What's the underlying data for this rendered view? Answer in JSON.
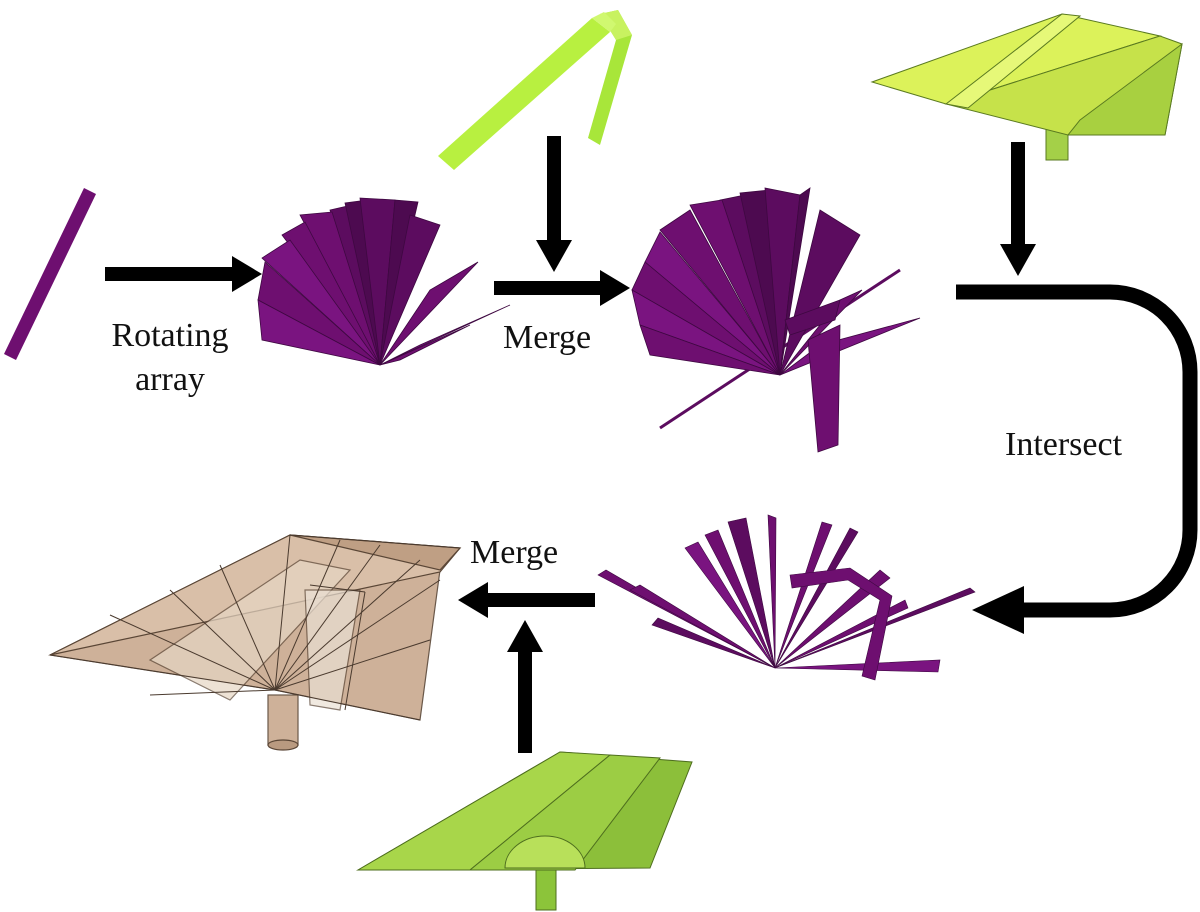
{
  "labels": {
    "rotating_line1": "Rotating",
    "rotating_line2": "array",
    "merge_top": "Merge",
    "intersect": "Intersect",
    "merge_bottom": "Merge"
  },
  "colors": {
    "purple": "#6e0f70",
    "purple_dark": "#4d0a50",
    "purple_mid": "#5c0c5f",
    "green_light": "#b8f040",
    "yellow_green": "#dcf25a",
    "green_mid": "#a8d64a",
    "green_dark": "#8cbf3a",
    "tan": "#c9a98e",
    "tan_light": "#e6d6c4",
    "arrow": "#000000"
  }
}
